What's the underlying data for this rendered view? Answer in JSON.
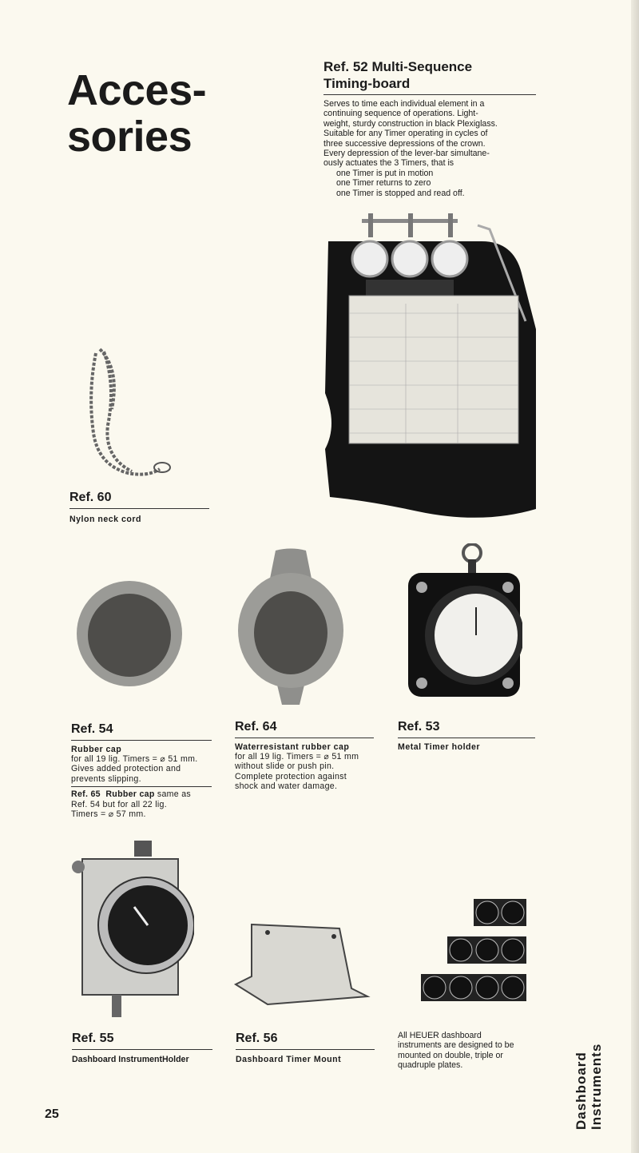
{
  "page_title": [
    "Acces-",
    "sories"
  ],
  "page_number": "25",
  "section_tab": [
    "Dashboard",
    "Instruments"
  ],
  "items": {
    "ref52": {
      "heading": [
        "Ref. 52 Multi-Sequence",
        "Timing-board"
      ],
      "body": [
        "Serves to time each individual element in a",
        "continuing sequence of operations. Light-",
        "weight, sturdy construction in black Plexiglass.",
        "Suitable for any Timer operating in cycles of",
        "three successive depressions of the crown.",
        "Every depression of the lever-bar simultane-",
        "ously actuates the 3 Timers, that is"
      ],
      "steps": [
        "one Timer is put in motion",
        "one Timer returns to zero",
        "one Timer is stopped and read off."
      ]
    },
    "ref60": {
      "ref": "Ref. 60",
      "label": "Nylon neck cord"
    },
    "ref54": {
      "ref": "Ref. 54",
      "label": "Rubber cap",
      "body": [
        "for all 19 lig. Timers = ⌀ 51 mm.",
        "Gives added protection and",
        "prevents slipping."
      ],
      "note_ref": "Ref. 65",
      "note_label": "Rubber cap",
      "note_text": " same as",
      "note_body": [
        "Ref. 54 but for all 22 lig.",
        "Timers = ⌀ 57 mm."
      ]
    },
    "ref64": {
      "ref": "Ref. 64",
      "label": "Waterresistant rubber cap",
      "body": [
        "for all 19 lig. Timers = ⌀ 51 mm",
        "without slide or push pin.",
        "Complete protection against",
        "shock and water damage."
      ]
    },
    "ref53": {
      "ref": "Ref. 53",
      "label": "Metal Timer holder"
    },
    "ref55": {
      "ref": "Ref. 55",
      "label": "Dashboard InstrumentHolder"
    },
    "ref56": {
      "ref": "Ref. 56",
      "label": "Dashboard Timer Mount"
    },
    "plates_note": [
      "All HEUER dashboard",
      "instruments are designed to be",
      "mounted on double, triple or",
      "quadruple plates."
    ]
  }
}
